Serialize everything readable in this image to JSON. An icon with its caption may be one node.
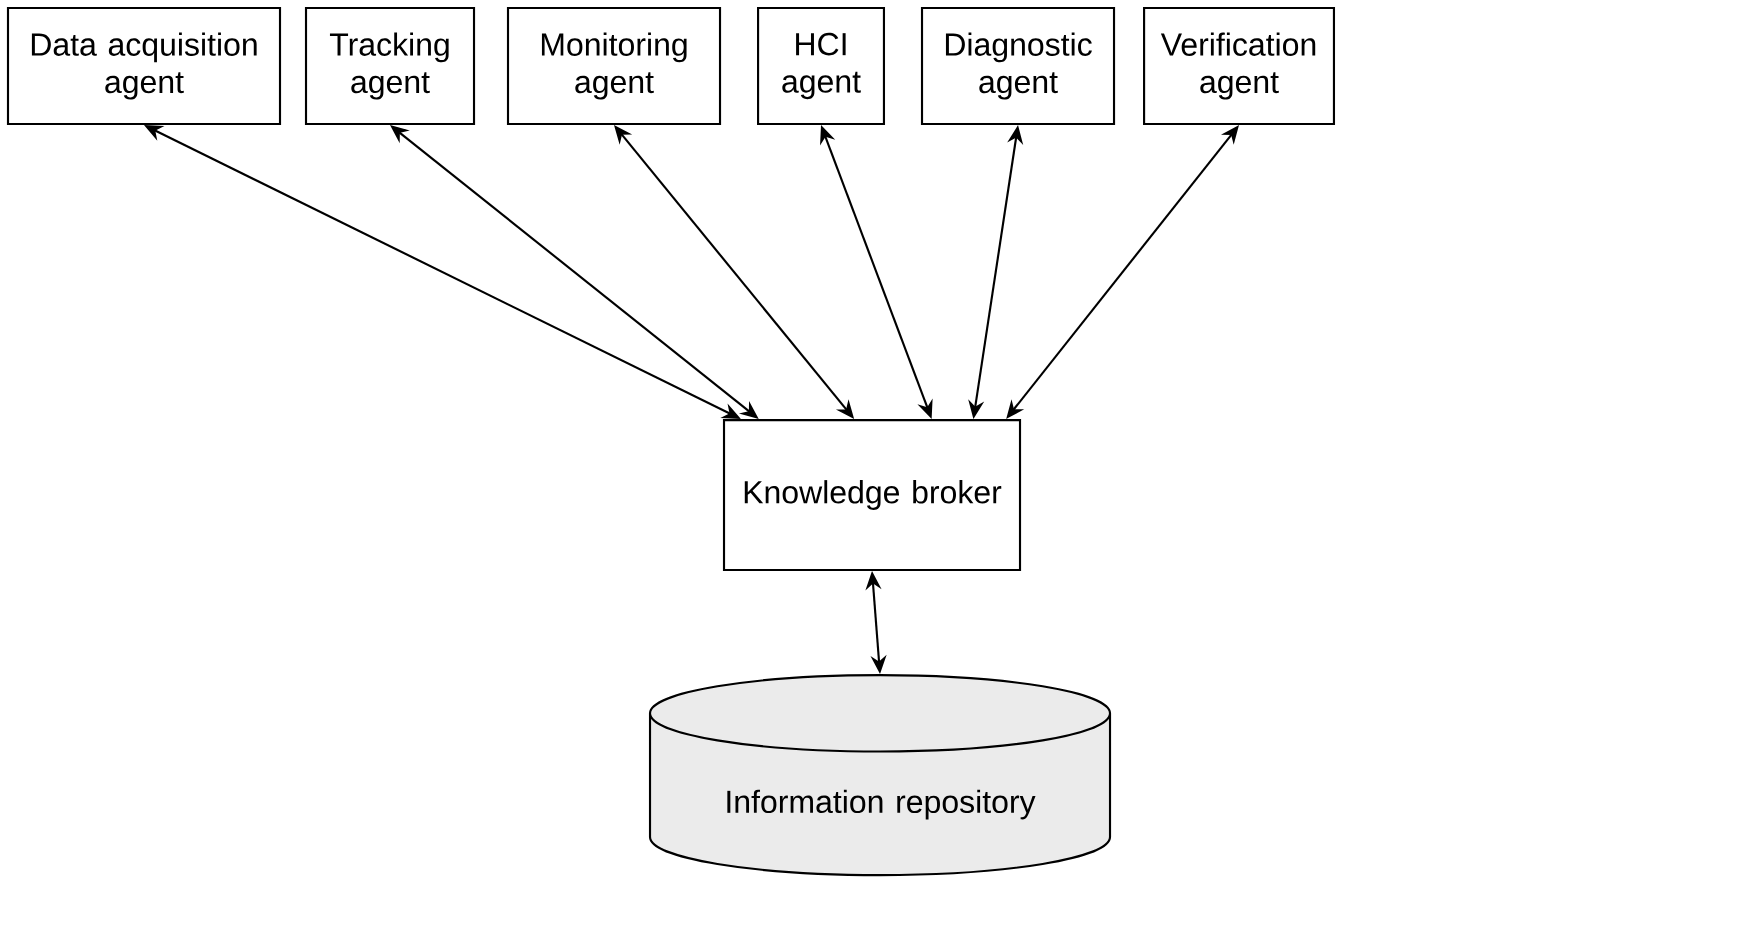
{
  "diagram": {
    "nodes": [
      {
        "text": [
          "Data acquisition agent"
        ]
      },
      {
        "text": [
          "Tracking agent"
        ]
      },
      {
        "text": [
          "Monitoring agent"
        ]
      },
      {
        "text": [
          "HCI agent"
        ]
      },
      {
        "text": [
          "Diagnostic agent"
        ]
      },
      {
        "text": [
          "Verification agent"
        ]
      },
      {
        "text": [
          "Knowledge broker"
        ]
      },
      {
        "text": [
          "Information repository"
        ]
      }
    ],
    "edges": [
      {
        "from": 0,
        "to": 6,
        "arrow": "both"
      },
      {
        "from": 1,
        "to": 6,
        "arrow": "both"
      },
      {
        "from": 2,
        "to": 6,
        "arrow": "both"
      },
      {
        "from": 3,
        "to": 6,
        "arrow": "both"
      },
      {
        "from": 4,
        "to": 6,
        "arrow": "both"
      },
      {
        "from": 5,
        "to": 6,
        "arrow": "both"
      },
      {
        "from": 6,
        "to": 7,
        "arrow": "both"
      }
    ]
  }
}
